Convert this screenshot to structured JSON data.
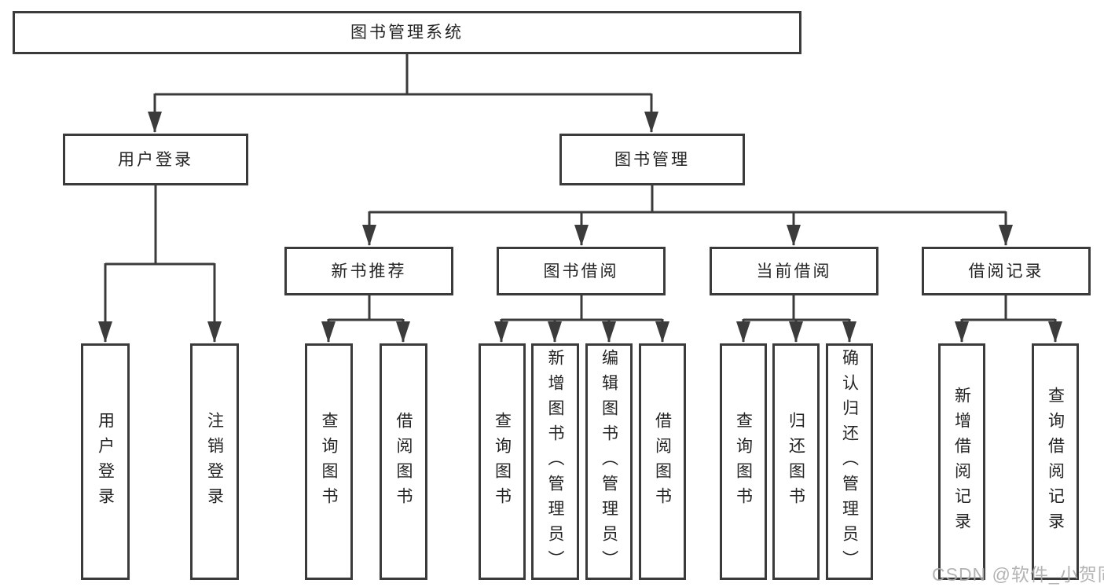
{
  "tree": {
    "root": {
      "label": "图书管理系统"
    },
    "children": [
      {
        "label": "用户登录",
        "children": [
          {
            "label": "用户登录"
          },
          {
            "label": "注销登录"
          }
        ]
      },
      {
        "label": "图书管理",
        "children": [
          {
            "label": "新书推荐",
            "children": [
              {
                "label": "查询图书"
              },
              {
                "label": "借阅图书"
              }
            ]
          },
          {
            "label": "图书借阅",
            "children": [
              {
                "label": "查询图书"
              },
              {
                "label": "新增图书（管理员）"
              },
              {
                "label": "编辑图书（管理员）"
              },
              {
                "label": "借阅图书"
              }
            ]
          },
          {
            "label": "当前借阅",
            "children": [
              {
                "label": "查询图书"
              },
              {
                "label": "归还图书"
              },
              {
                "label": "确认归还（管理员）"
              }
            ]
          },
          {
            "label": "借阅记录",
            "children": [
              {
                "label": "新增借阅记录"
              },
              {
                "label": "查询借阅记录"
              }
            ]
          }
        ]
      }
    ]
  },
  "watermark": {
    "text": "CSDN @软件_小贺同学"
  },
  "colors": {
    "line": "#3b3b3b",
    "text": "#242424",
    "box_background": "#ffffff",
    "watermark": "#ababab",
    "background": "#ffffff"
  }
}
